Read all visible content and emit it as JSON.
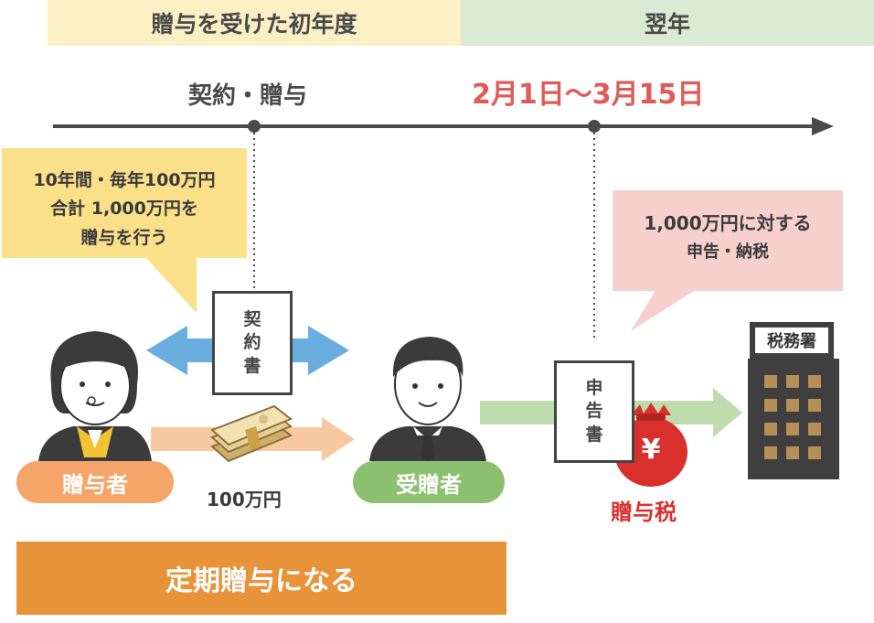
{
  "header": {
    "first_year": "贈与を受けた初年度",
    "next_year": "翌年"
  },
  "timeline": {
    "contract_label": "契約・贈与",
    "deadline_label": "2月1日〜3月15日"
  },
  "giver_note": {
    "line1": "10年間・毎年100万円",
    "line2": "合計 1,000万円を",
    "line3": "贈与を行う"
  },
  "tax_note": {
    "line1": "1,000万円に対する",
    "line2": "申告・納税"
  },
  "contract_doc": [
    "契",
    "約",
    "書"
  ],
  "filing_doc": [
    "申",
    "告",
    "書"
  ],
  "roles": {
    "giver": "贈与者",
    "receiver": "受贈者"
  },
  "money_label": "100万円",
  "tax_bag": {
    "symbol": "¥",
    "label": "贈与税"
  },
  "tax_office": "税務署",
  "result_banner": "定期贈与になる",
  "colors": {
    "accent_red": "#e05b57",
    "giver": "#f5a56a",
    "receiver": "#8cc06f",
    "banner": "#e8923a"
  }
}
